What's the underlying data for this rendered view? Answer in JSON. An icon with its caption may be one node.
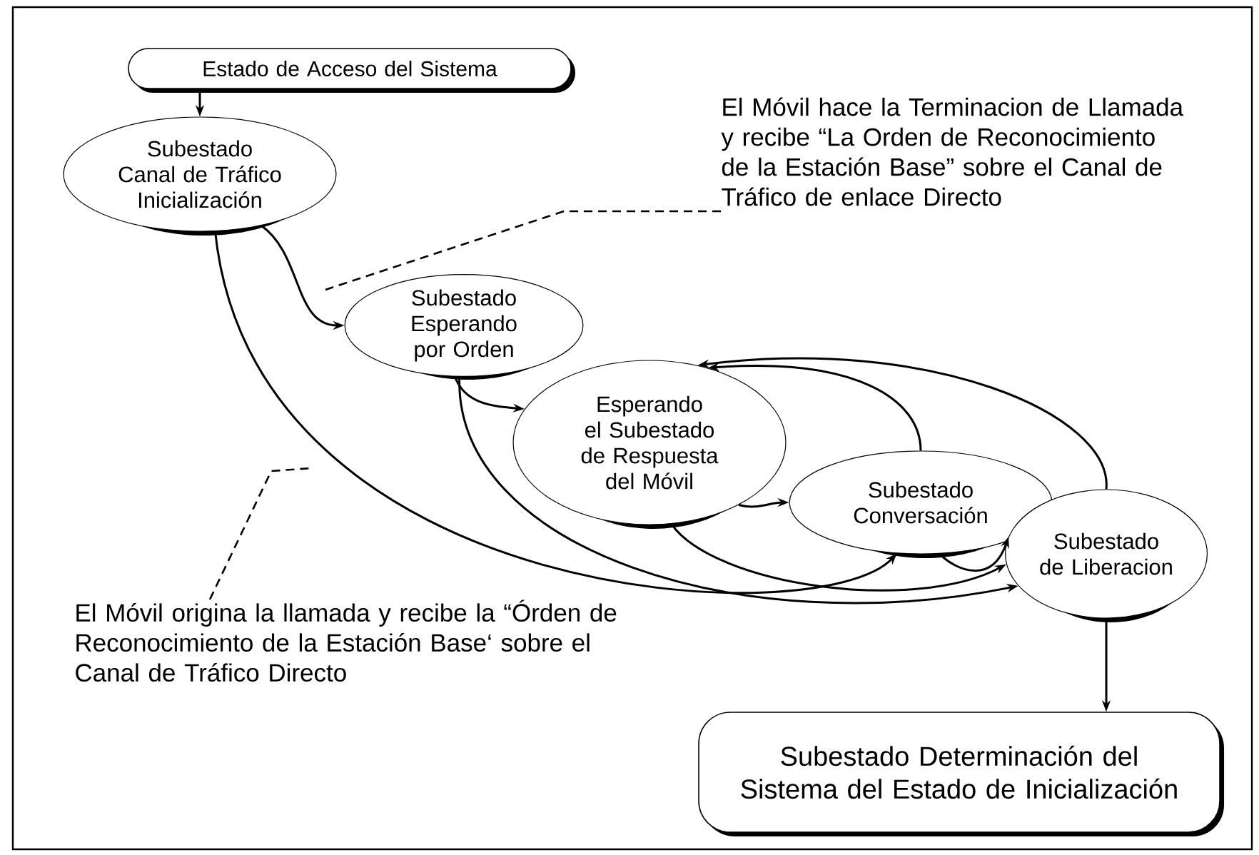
{
  "diagram": {
    "nodes": [
      {
        "text": [
          "Estado de Acceso del Sistema"
        ]
      },
      {
        "text": [
          "Subestado Canal de Tráfico Inicialización"
        ]
      },
      {
        "text": [
          "Subestado Esperando por Orden"
        ]
      },
      {
        "text": [
          "Esperando el Subestado de Respuesta del Móvil"
        ]
      },
      {
        "text": [
          "Subestado Conversación"
        ]
      },
      {
        "text": [
          "Subestado de Liberacion"
        ]
      },
      {
        "text": [
          "Subestado Determinación del Sistema del Estado de Inicialización"
        ]
      },
      {
        "text": [
          "El Móvil hace la Terminacion de Llamada y recibe “La Orden de  Reconocimiento de la Estación Base” sobre el Canal de Tráfico de enlace Directo"
        ]
      },
      {
        "text": [
          "El Móvil origina la llamada y recibe la “Órden de Reconocimiento de la Estación Base‘ sobre el Canal de Tráfico Directo"
        ]
      }
    ],
    "edges": [
      {
        "from": 0,
        "to": 1,
        "arrow": "to"
      },
      {
        "from": 1,
        "to": 2,
        "arrow": "to"
      },
      {
        "from": 2,
        "to": 3,
        "arrow": "to"
      },
      {
        "from": 3,
        "to": 4,
        "arrow": "to"
      },
      {
        "from": 1,
        "to": 4,
        "arrow": "to"
      },
      {
        "from": 2,
        "to": 5,
        "arrow": "to"
      },
      {
        "from": 3,
        "to": 5,
        "arrow": "to"
      },
      {
        "from": 4,
        "to": 5,
        "arrow": "to"
      },
      {
        "from": 4,
        "to": 3,
        "arrow": "to"
      },
      {
        "from": 5,
        "to": 3,
        "arrow": "to"
      },
      {
        "from": 5,
        "to": 6,
        "arrow": "to"
      },
      {
        "from": 7,
        "to": null,
        "arrow": "none",
        "style": "dashed"
      },
      {
        "from": 8,
        "to": null,
        "arrow": "none",
        "style": "dashed"
      }
    ]
  }
}
